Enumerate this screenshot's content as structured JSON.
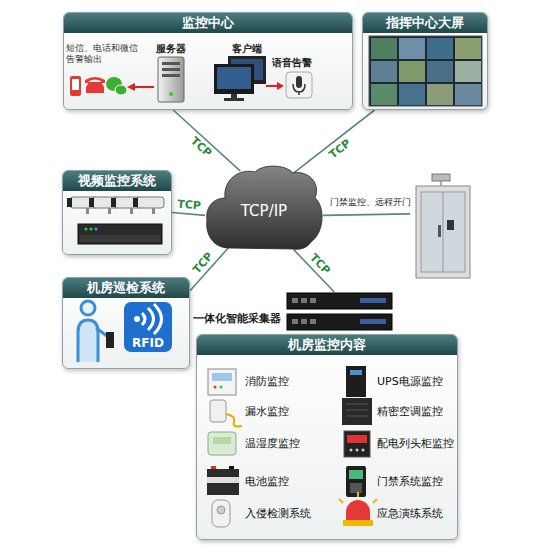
{
  "diagram": {
    "nodes": [
      {
        "text": [
          "监控中心"
        ]
      },
      {
        "text": [
          "指挥中心大屏"
        ]
      },
      {
        "text": [
          "视频监控系统"
        ]
      },
      {
        "text": [
          "TCP/IP"
        ]
      },
      {
        "text": [
          "门禁监控、远程开门"
        ]
      },
      {
        "text": [
          "机房巡检系统"
        ]
      },
      {
        "text": [
          "一体化智能采集器"
        ]
      },
      {
        "text": [
          "机房监控内容"
        ]
      }
    ],
    "edges": [
      {
        "from": 3,
        "to": 0,
        "arrow": "none",
        "label": "TCP"
      },
      {
        "from": 3,
        "to": 1,
        "arrow": "none",
        "label": "TCP"
      },
      {
        "from": 3,
        "to": 2,
        "arrow": "none",
        "label": "TCP"
      },
      {
        "from": 3,
        "to": 4,
        "arrow": "none"
      },
      {
        "from": 3,
        "to": 5,
        "arrow": "none",
        "label": "TCP"
      },
      {
        "from": 3,
        "to": 6,
        "arrow": "none",
        "label": "TCP"
      }
    ],
    "labels": [
      "短信、电话和微信告警输出",
      "服务器",
      "客户端",
      "语音告警",
      "RFID",
      "消防监控",
      "UPS电源监控",
      "漏水监控",
      "精密空调监控",
      "温湿度监控",
      "配电列头柜监控",
      "电池监控",
      "门禁系统监控",
      "入侵检测系统",
      "应急演练系统"
    ]
  }
}
